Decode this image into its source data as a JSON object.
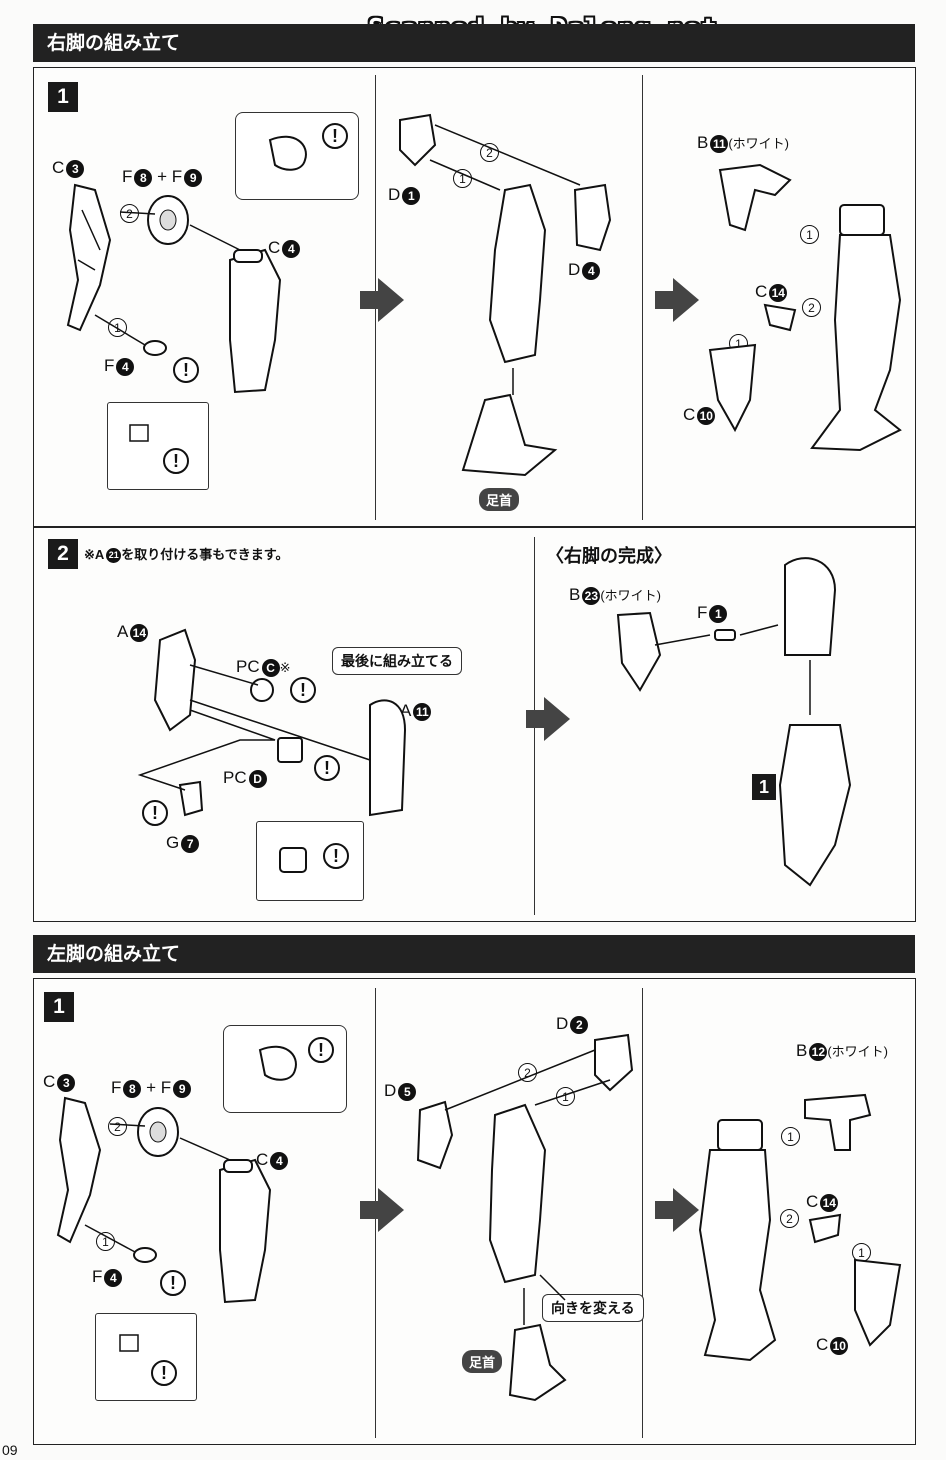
{
  "watermark": "Scanned by Dalong.net",
  "page_number": "09",
  "right_leg": {
    "header": "右脚の組み立て",
    "step1": {
      "step": "1",
      "labels": {
        "c3_letter": "C",
        "c3_num": "3",
        "f8_letter": "F",
        "f8_num": "8",
        "plus": "+",
        "f9_letter": "F",
        "f9_num": "9",
        "c4_letter": "C",
        "c4_num": "4",
        "f4_letter": "F",
        "f4_num": "4",
        "d1_letter": "D",
        "d1_num": "1",
        "d4_letter": "D",
        "d4_num": "4",
        "b11_letter": "B",
        "b11_num": "11",
        "b11_note": "(ホワイト)",
        "c14_letter": "C",
        "c14_num": "14",
        "c10_letter": "C",
        "c10_num": "10"
      },
      "foot_tag": "足首"
    },
    "step2": {
      "step": "2",
      "note_prefix": "※A",
      "note_num": "21",
      "note_suffix": "を取り付ける事もできます。",
      "labels": {
        "a14_letter": "A",
        "a14_num": "14",
        "pcc_letter": "PC",
        "pcc_num": "C",
        "pcc_mark": "※",
        "pcd_letter": "PC",
        "pcd_num": "D",
        "g7_letter": "G",
        "g7_num": "7",
        "a11_letter": "A",
        "a11_num": "11"
      },
      "bubble": "最後に組み立てる"
    },
    "complete": {
      "title": "〈右脚の完成〉",
      "b23_letter": "B",
      "b23_num": "23",
      "b23_note": "(ホワイト)",
      "f1_letter": "F",
      "f1_num": "1",
      "ref_step": "1"
    }
  },
  "left_leg": {
    "header": "左脚の組み立て",
    "step1": {
      "step": "1",
      "labels": {
        "c3_letter": "C",
        "c3_num": "3",
        "f8_letter": "F",
        "f8_num": "8",
        "plus": "+",
        "f9_letter": "F",
        "f9_num": "9",
        "c4_letter": "C",
        "c4_num": "4",
        "f4_letter": "F",
        "f4_num": "4",
        "d2_letter": "D",
        "d2_num": "2",
        "d5_letter": "D",
        "d5_num": "5",
        "b12_letter": "B",
        "b12_num": "12",
        "b12_note": "(ホワイト)",
        "c14_letter": "C",
        "c14_num": "14",
        "c10_letter": "C",
        "c10_num": "10"
      },
      "foot_tag": "足首",
      "bubble": "向きを変える"
    }
  },
  "markers": {
    "one": "1",
    "two": "2",
    "warn": "!"
  }
}
